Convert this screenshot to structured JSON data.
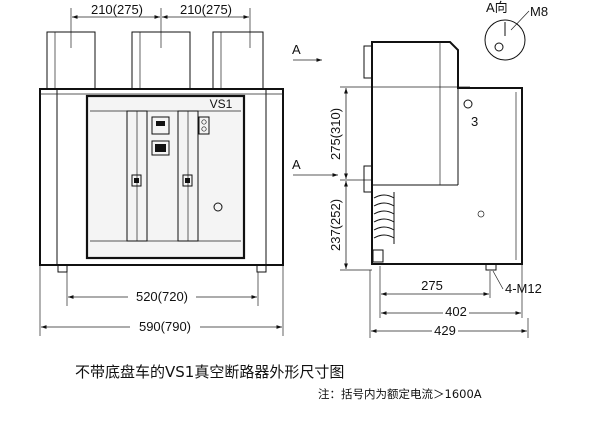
{
  "front_view": {
    "pole_spacing_left": "210(275)",
    "pole_spacing_right": "210(275)",
    "panel_label": "VS1",
    "width_inner": "520(720)",
    "width_outer": "590(790)"
  },
  "side_view": {
    "arrow_upper": "A",
    "arrow_lower": "A",
    "height_upper": "275(310)",
    "height_lower": "237(252)",
    "part_number": "3",
    "dim_275": "275",
    "dim_402": "402",
    "dim_429": "429",
    "bolt_label": "4-M12"
  },
  "view_a": {
    "label": "A向",
    "bolt": "M8"
  },
  "caption": "不带底盘车的VS1真空断路器外形尺寸图",
  "note": "注：括号内为额定电流＞1600A"
}
